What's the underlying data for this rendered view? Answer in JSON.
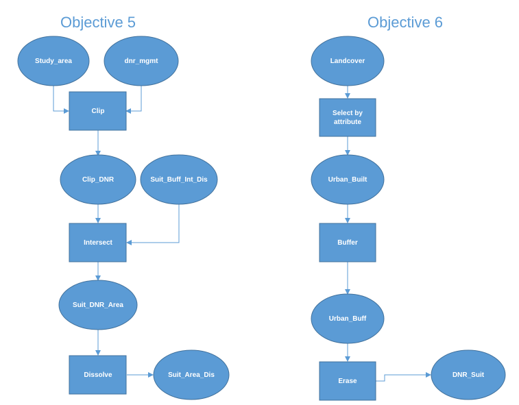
{
  "objective5": {
    "title": "Objective 5",
    "nodes": {
      "study_area": "Study_area",
      "dnr_mgmt": "dnr_mgmt",
      "clip": "Clip",
      "clip_dnr": "Clip_DNR",
      "suit_buff_int_dis": "Suit_Buff_Int_Dis",
      "intersect": "Intersect",
      "suit_dnr_area": "Suit_DNR_Area",
      "dissolve": "Dissolve",
      "suit_area_dis": "Suit_Area_Dis"
    }
  },
  "objective6": {
    "title": "Objective 6",
    "nodes": {
      "landcover": "Landcover",
      "select_by_attribute_line1": "Select by",
      "select_by_attribute_line2": "attribute",
      "urban_built": "Urban_Built",
      "buffer": "Buffer",
      "urban_buff": "Urban_Buff",
      "erase": "Erase",
      "dnr_suit": "DNR_Suit"
    }
  },
  "colors": {
    "node_fill": "#5b9bd5",
    "node_stroke": "#41719c",
    "title": "#5b9bd5",
    "edge": "#5b9bd5"
  }
}
